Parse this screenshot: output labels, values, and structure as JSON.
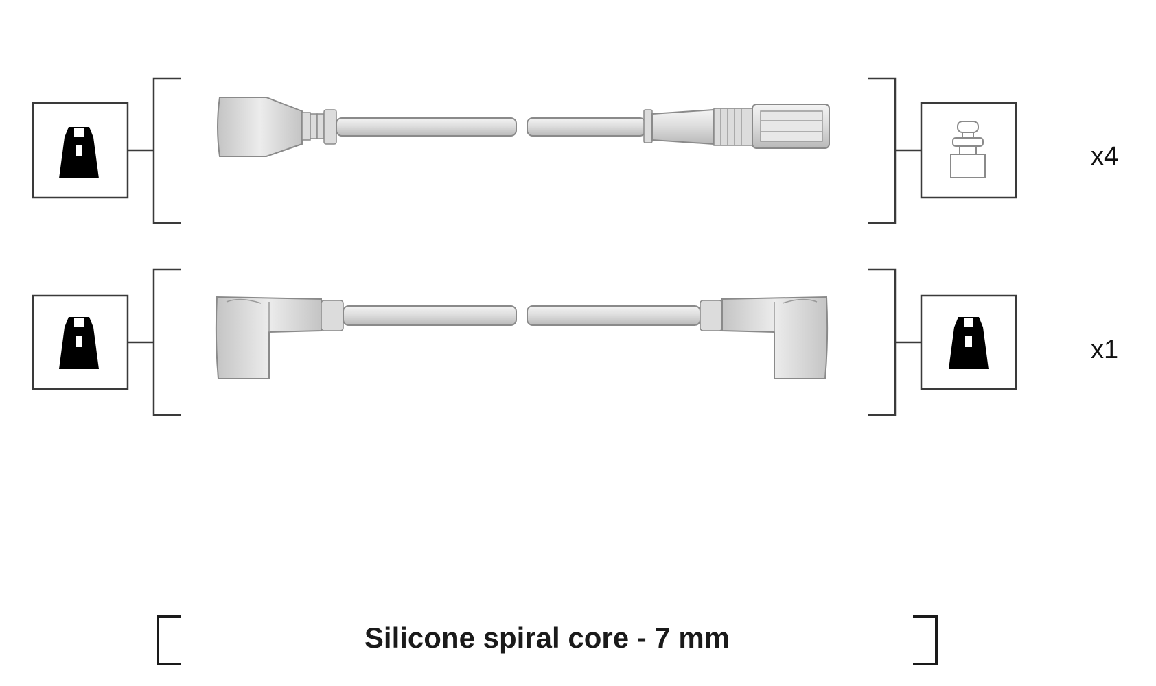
{
  "rows": [
    {
      "quantity": "x4",
      "left_terminal": "boot-terminal-icon",
      "right_terminal": "spark-plug-terminal-icon",
      "left_cable_end": "straight-boot",
      "right_cable_end": "straight-connector"
    },
    {
      "quantity": "x1",
      "left_terminal": "boot-terminal-icon",
      "right_terminal": "boot-terminal-icon",
      "left_cable_end": "angled-boot",
      "right_cable_end": "angled-boot"
    }
  ],
  "footer": {
    "text": "Silicone spiral core - 7 mm"
  },
  "colors": {
    "line": "#3a3a3a",
    "cable_fill": "#e2e2e2",
    "cable_stroke": "#8a8a8a",
    "icon_fill": "#000000"
  }
}
